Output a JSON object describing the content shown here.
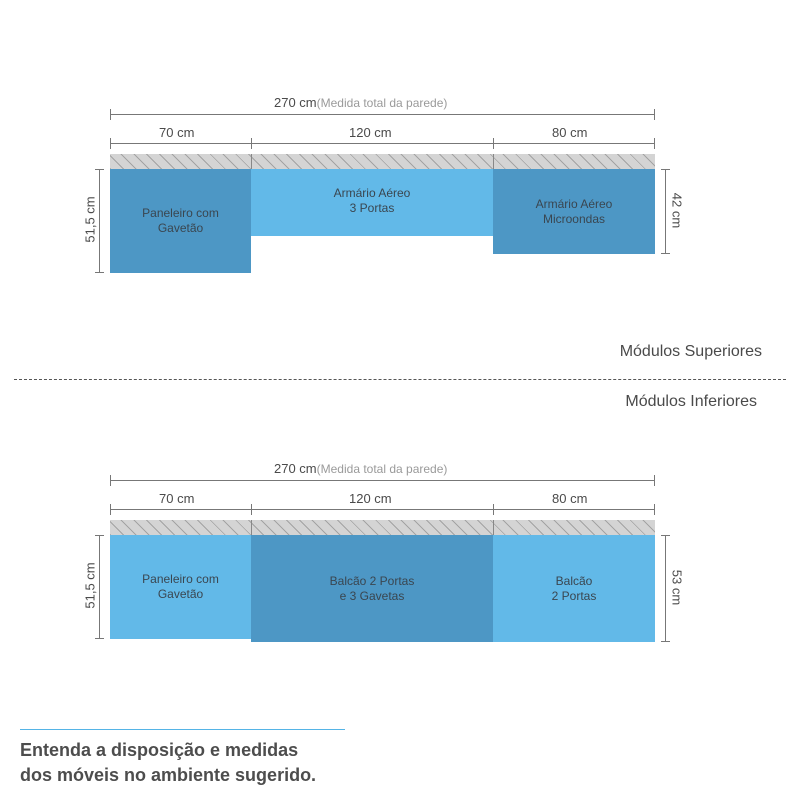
{
  "upper": {
    "total_value": "270 cm",
    "total_note": "(Medida total da parede)",
    "segments": [
      "70 cm",
      "120 cm",
      "80 cm"
    ],
    "left_height": "51,5 cm",
    "right_height": "42 cm",
    "modules": [
      {
        "label": "Paneleiro com\nGavetão",
        "color": "#4d97c5"
      },
      {
        "label": "Armário Aéreo\n3 Portas",
        "color": "#62b9e8"
      },
      {
        "label": "Armário Aéreo\nMicroondas",
        "color": "#4d97c5"
      }
    ],
    "section_title": "Módulos Superiores"
  },
  "lower": {
    "section_title": "Módulos Inferiores",
    "total_value": "270 cm",
    "total_note": "(Medida total da parede)",
    "segments": [
      "70 cm",
      "120 cm",
      "80 cm"
    ],
    "left_height": "51,5 cm",
    "right_height": "53 cm",
    "modules": [
      {
        "label": "Paneleiro com\nGavetão",
        "color": "#62b9e8"
      },
      {
        "label": "Balcão 2 Portas\ne 3 Gavetas",
        "color": "#4d97c5"
      },
      {
        "label": "Balcão\n2 Portas",
        "color": "#62b9e8"
      }
    ]
  },
  "footer": {
    "line1": "Entenda a disposição e medidas",
    "line2": "dos móveis no ambiente sugerido."
  }
}
